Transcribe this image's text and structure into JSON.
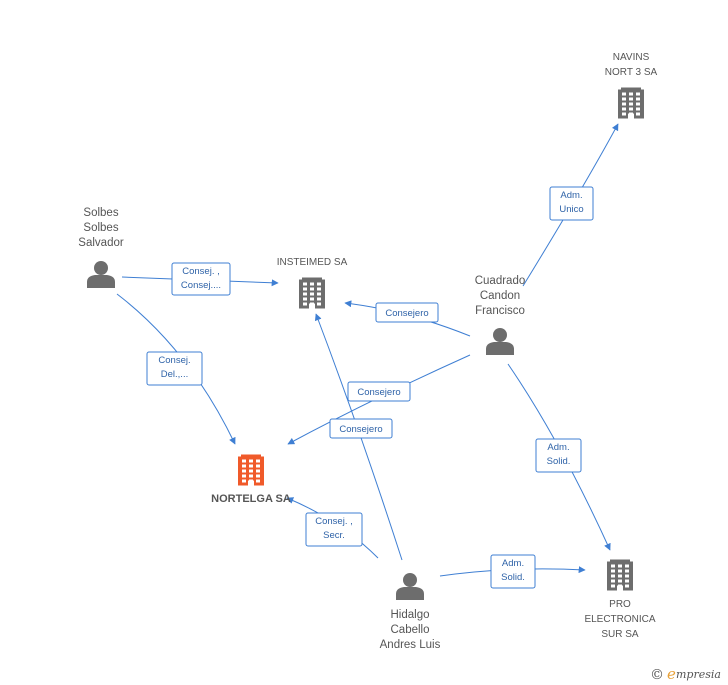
{
  "nodes": [
    {
      "id": "navins",
      "type": "company",
      "lines": [
        "NAVINS",
        "NORT 3 SA"
      ],
      "color": "#6d6d6d"
    },
    {
      "id": "insteimed",
      "type": "company",
      "lines": [
        "INSTEIMED SA"
      ],
      "color": "#6d6d6d"
    },
    {
      "id": "nortelga",
      "type": "focus-company",
      "lines": [
        "NORTELGA SA"
      ],
      "color": "#f05a2a"
    },
    {
      "id": "proelectronica",
      "type": "company",
      "lines": [
        "PRO",
        "ELECTRONICA",
        "SUR SA"
      ],
      "color": "#6d6d6d"
    },
    {
      "id": "solbes",
      "type": "person",
      "lines": [
        "Solbes",
        "Solbes",
        "Salvador"
      ],
      "color": "#6d6d6d"
    },
    {
      "id": "cuadrado",
      "type": "person",
      "lines": [
        "Cuadrado",
        "Candon",
        "Francisco"
      ],
      "color": "#6d6d6d"
    },
    {
      "id": "hidalgo",
      "type": "person",
      "lines": [
        "Hidalgo",
        "Cabello",
        "Andres Luis"
      ],
      "color": "#6d6d6d"
    }
  ],
  "edges": [
    {
      "id": "solbes-insteimed",
      "from": "solbes",
      "to": "insteimed",
      "label": [
        "Consej. ,",
        "Consej...."
      ]
    },
    {
      "id": "solbes-nortelga",
      "from": "solbes",
      "to": "nortelga",
      "label": [
        "Consej.",
        "Del.,..."
      ]
    },
    {
      "id": "cuadrado-insteimed",
      "from": "cuadrado",
      "to": "insteimed",
      "label": [
        "Consejero"
      ]
    },
    {
      "id": "cuadrado-nortelga",
      "from": "cuadrado",
      "to": "nortelga",
      "label": [
        "Consejero"
      ]
    },
    {
      "id": "cuadrado-navins",
      "from": "cuadrado",
      "to": "navins",
      "label": [
        "Adm.",
        "Unico"
      ]
    },
    {
      "id": "cuadrado-proelectronica",
      "from": "cuadrado",
      "to": "proelectronica",
      "label": [
        "Adm.",
        "Solid."
      ]
    },
    {
      "id": "hidalgo-insteimed",
      "from": "hidalgo",
      "to": "insteimed",
      "label": [
        "Consejero"
      ]
    },
    {
      "id": "hidalgo-nortelga",
      "from": "hidalgo",
      "to": "nortelga",
      "label": [
        "Consej. ,",
        "Secr."
      ]
    },
    {
      "id": "hidalgo-proelectronica",
      "from": "hidalgo",
      "to": "proelectronica",
      "label": [
        "Adm.",
        "Solid."
      ]
    }
  ],
  "watermark": {
    "symbol": "©",
    "brand_initial": "e",
    "brand_rest": "mpresia"
  },
  "colors": {
    "edge": "#3f7fd3",
    "edge_text": "#2f63a8",
    "node_label": "#555555",
    "focus": "#f05a2a",
    "brand": "#e8a23a"
  }
}
